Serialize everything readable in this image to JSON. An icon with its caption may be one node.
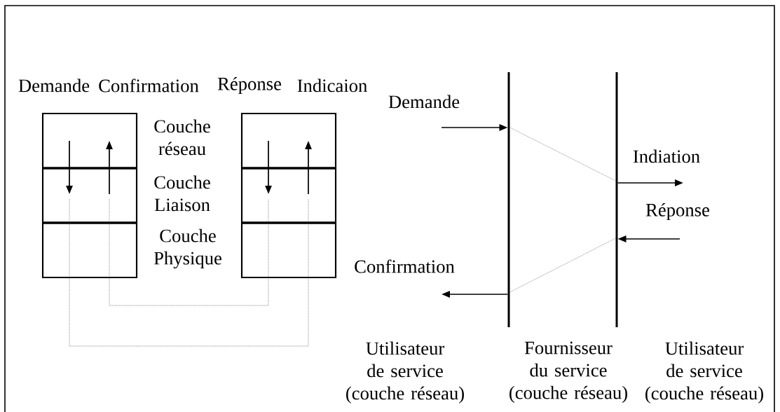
{
  "diagram": {
    "nodes": [
      {
        "text": [],
        "shape": "box"
      },
      {
        "text": [],
        "shape": "box"
      },
      {
        "text": [],
        "shape": "bar"
      },
      {
        "text": [],
        "shape": "bar"
      }
    ],
    "edges": [
      {
        "from": 0,
        "to": 1,
        "arrow": "none",
        "style": "dashed"
      },
      {
        "from": 0,
        "to": 1,
        "arrow": "none",
        "style": "dashed"
      },
      {
        "from": null,
        "to": 2,
        "arrow": "to",
        "label": "Demande"
      },
      {
        "from": 2,
        "to": 3,
        "arrow": "none",
        "style": "dashed"
      },
      {
        "from": 3,
        "to": null,
        "arrow": "to",
        "label": "Indiation"
      },
      {
        "from": null,
        "to": 3,
        "arrow": "to",
        "label": "Réponse"
      },
      {
        "from": 3,
        "to": 2,
        "arrow": "none",
        "style": "dashed"
      },
      {
        "from": 2,
        "to": null,
        "arrow": "to",
        "label": "Confirmation"
      }
    ],
    "labels": [
      "Demande",
      "Confirmation",
      "Réponse",
      "Indicaion",
      "Couche réseau",
      "Couche Liaison",
      "Couche Physique",
      "Utilisateur de service (couche réseau)",
      "Fournisseur du service (couche réseau)",
      "Utilisateur de service (couche réseau)"
    ]
  }
}
